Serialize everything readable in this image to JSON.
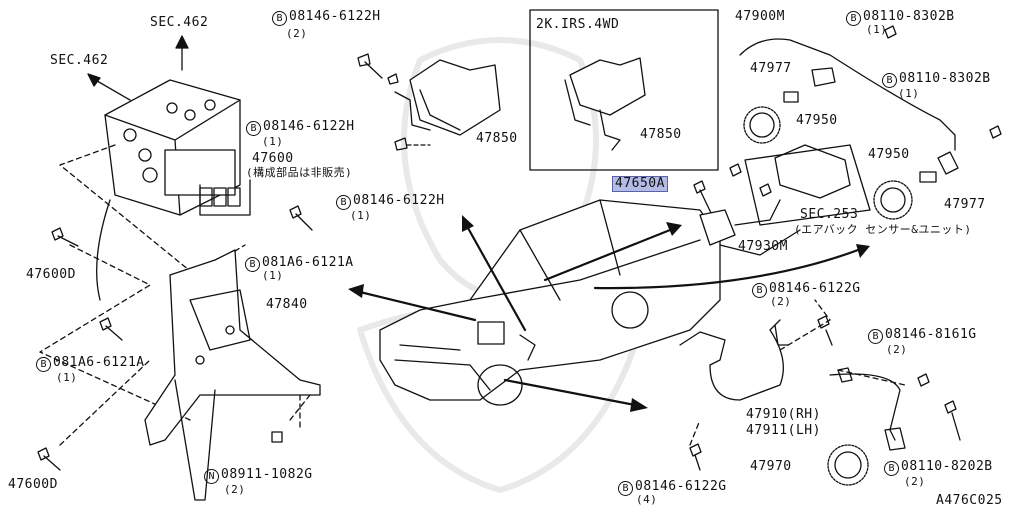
{
  "diagram_id": "A476C025",
  "section_refs": {
    "top": "SEC.462",
    "left": "SEC.462",
    "airbag": "SEC.253",
    "airbag_note": "(エアバック センサー&ユニット)"
  },
  "inset_title": "2K.IRS.4WD",
  "bolt_prefix_b": "B",
  "nut_prefix_n": "N",
  "parts": {
    "abs_actuator": {
      "num": "47600",
      "note": "(構成部品は非販売)"
    },
    "b_6122h_top": {
      "num": "08146-6122H",
      "qty": "(2)"
    },
    "b_6122h_mid": {
      "num": "08146-6122H",
      "qty": "(1)"
    },
    "b_6122h_low": {
      "num": "08146-6122H",
      "qty": "(1)"
    },
    "bracket_47850_a": {
      "num": "47850"
    },
    "bracket_47850_b": {
      "num": "47850"
    },
    "sensor_47900m": {
      "num": "47900M"
    },
    "b_8302b_top": {
      "num": "08110-8302B",
      "qty": "(1)"
    },
    "b_8302b_mid": {
      "num": "08110-8302B",
      "qty": "(1)"
    },
    "part_47977_a": {
      "num": "47977"
    },
    "part_47977_b": {
      "num": "47977"
    },
    "ring_47950_a": {
      "num": "47950"
    },
    "ring_47950_b": {
      "num": "47950"
    },
    "part_47650a": {
      "num": "47650A"
    },
    "harness_47930m": {
      "num": "47930M"
    },
    "bolt_47600d_a": {
      "num": "47600D"
    },
    "bolt_47600d_b": {
      "num": "47600D"
    },
    "b_6121a_top": {
      "num": "081A6-6121A",
      "qty": "(1)"
    },
    "b_6121a_low": {
      "num": "081A6-6121A",
      "qty": "(1)"
    },
    "bracket_47840": {
      "num": "47840"
    },
    "nut_1082g": {
      "num": "08911-1082G",
      "qty": "(2)"
    },
    "b_6122g_top": {
      "num": "08146-6122G",
      "qty": "(2)"
    },
    "b_6122g_low": {
      "num": "08146-6122G",
      "qty": "(4)"
    },
    "b_8161g": {
      "num": "08146-8161G",
      "qty": "(2)"
    },
    "sensor_rh": {
      "num": "47910(RH)"
    },
    "sensor_lh": {
      "num": "47911(LH)"
    },
    "ring_47970": {
      "num": "47970"
    },
    "b_8202b": {
      "num": "08110-8202B",
      "qty": "(2)"
    }
  }
}
